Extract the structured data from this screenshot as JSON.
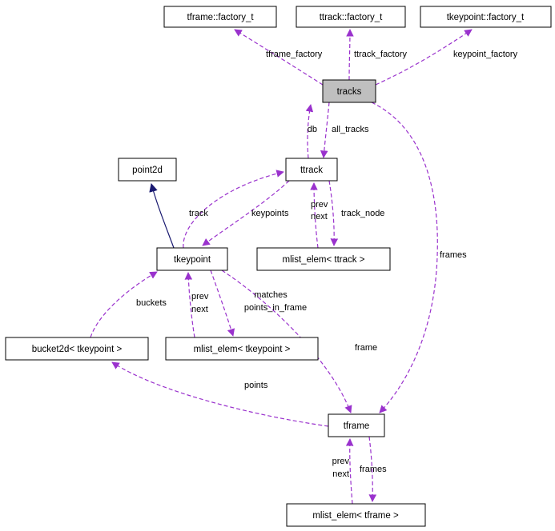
{
  "diagram": {
    "type": "collaboration-graph",
    "nodes": {
      "tframe_factory": {
        "label": "tframe::factory_t"
      },
      "ttrack_factory": {
        "label": "ttrack::factory_t"
      },
      "tkeypoint_factory": {
        "label": "tkeypoint::factory_t"
      },
      "tracks": {
        "label": "tracks"
      },
      "point2d": {
        "label": "point2d"
      },
      "ttrack": {
        "label": "ttrack"
      },
      "tkeypoint": {
        "label": "tkeypoint"
      },
      "mlist_elem_ttrack": {
        "label": "mlist_elem< ttrack >"
      },
      "bucket2d_tkeypoint": {
        "label": "bucket2d< tkeypoint >"
      },
      "mlist_elem_tkeypoint": {
        "label": "mlist_elem< tkeypoint >"
      },
      "tframe": {
        "label": "tframe"
      },
      "mlist_elem_tframe": {
        "label": "mlist_elem< tframe >"
      }
    },
    "edge_labels": {
      "tframe_factory": "tframe_factory",
      "ttrack_factory": "ttrack_factory",
      "keypoint_factory": "keypoint_factory",
      "db": "db",
      "all_tracks": "all_tracks",
      "track": "track",
      "keypoints": "keypoints",
      "prev": "prev",
      "next": "next",
      "track_node": "track_node",
      "frames": "frames",
      "buckets": "buckets",
      "matches": "matches",
      "points_in_frame": "points_in_frame",
      "frame": "frame",
      "points": "points"
    },
    "colors": {
      "usage_edge": "#9a32cd",
      "inheritance_edge": "#191970",
      "node_border": "#000000",
      "highlight_fill": "#bfbfbf"
    }
  }
}
